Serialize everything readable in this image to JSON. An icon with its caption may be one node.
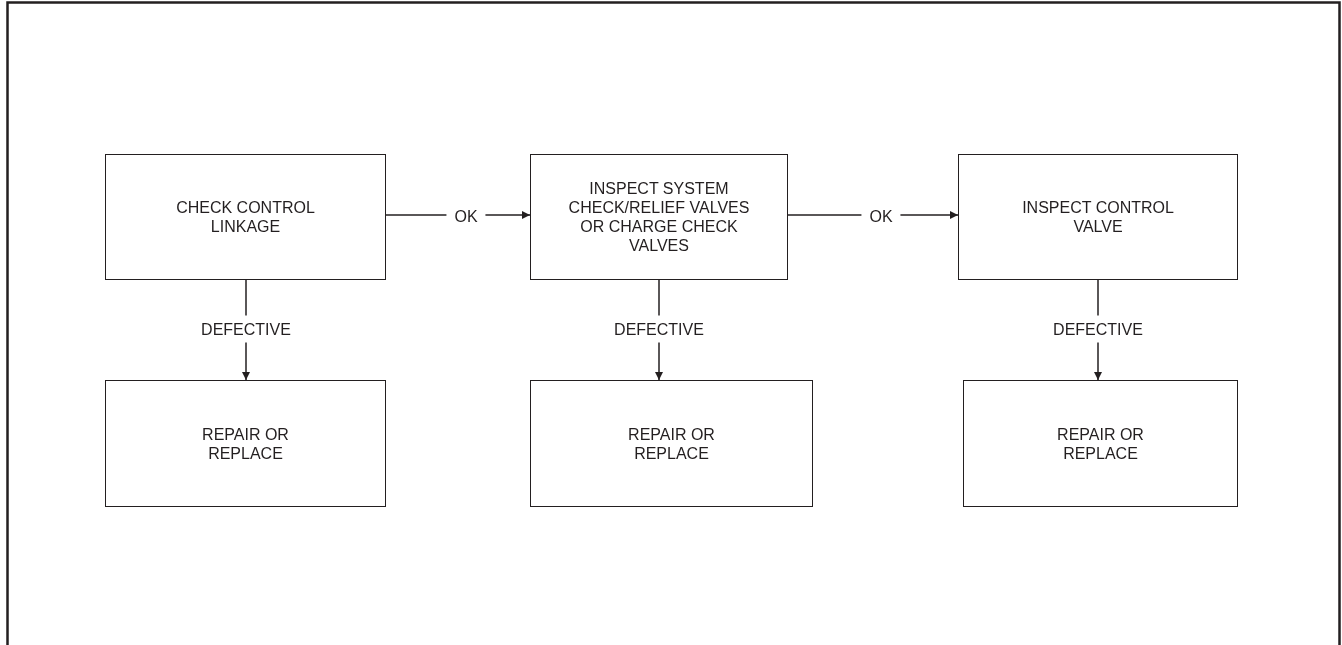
{
  "diagram": {
    "nodes": [
      {
        "text": [
          "CHECK CONTROL LINKAGE"
        ]
      },
      {
        "text": [
          "INSPECT SYSTEM CHECK/RELIEF VALVES OR CHARGE CHECK VALVES"
        ]
      },
      {
        "text": [
          "INSPECT CONTROL VALVE"
        ]
      },
      {
        "text": [
          "REPAIR OR REPLACE"
        ]
      },
      {
        "text": [
          "REPAIR OR REPLACE"
        ]
      },
      {
        "text": [
          "REPAIR OR REPLACE"
        ]
      }
    ],
    "edges": [
      {
        "from": 0,
        "to": 1,
        "arrow": "to",
        "label": "OK"
      },
      {
        "from": 1,
        "to": 2,
        "arrow": "to",
        "label": "OK"
      },
      {
        "from": 0,
        "to": 3,
        "arrow": "to",
        "label": "DEFECTIVE"
      },
      {
        "from": 1,
        "to": 4,
        "arrow": "to",
        "label": "DEFECTIVE"
      },
      {
        "from": 2,
        "to": 5,
        "arrow": "to",
        "label": "DEFECTIVE"
      }
    ]
  }
}
